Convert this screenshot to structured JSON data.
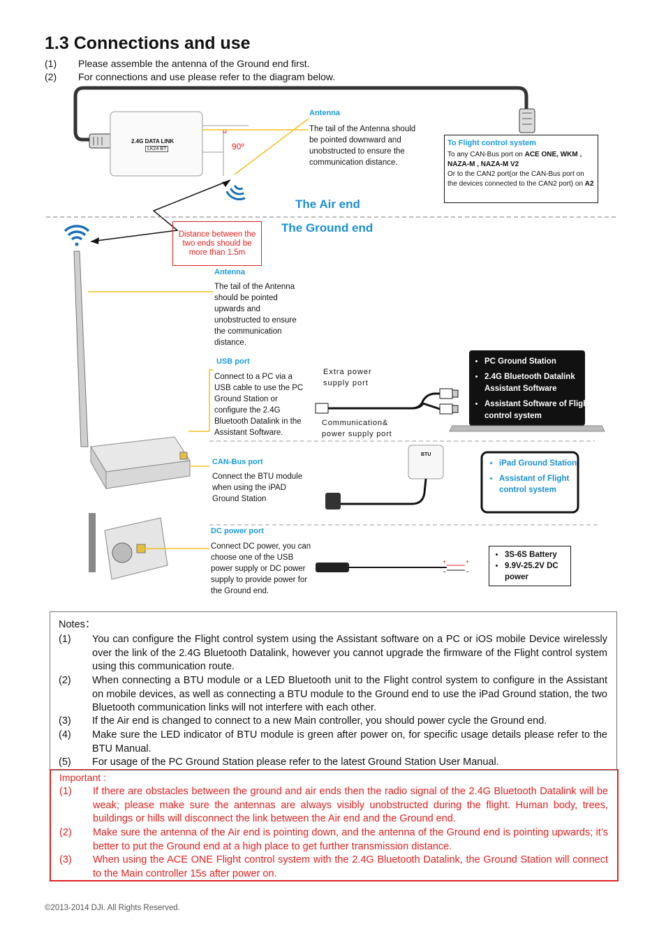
{
  "title": "1.3 Connections and use",
  "intro": [
    {
      "num": "(1)",
      "text": "Please assemble the antenna of the Ground end first."
    },
    {
      "num": "(2)",
      "text": "For connections and use please refer to the diagram below."
    }
  ],
  "air": {
    "device_label": "2.4G DATA LINK",
    "device_model": "LK24 BT",
    "angle": "90º",
    "antenna_heading": "Antenna",
    "antenna_text": "The tail of the Antenna should be pointed downward and unobstructed to ensure the communication distance.",
    "fc_heading": "To Flight control system",
    "fc_line1_a": "To any CAN-Bus port on ",
    "fc_line1_b": "ACE ONE, WKM ,",
    "fc_line2": "NAZA-M , NAZA-M V2",
    "fc_line3_a": "Or to the CAN2 port(or the CAN-Bus port on the devices connected to the CAN2 port) on ",
    "fc_line3_b": "A2",
    "end_label": "The Air end"
  },
  "ground": {
    "end_label": "The Ground end",
    "distance": "Distance between the two ends should be more than 1.5m",
    "antenna_heading": "Antenna",
    "antenna_text": "The tail of the Antenna should be pointed upwards and unobstructed to ensure the communication distance.",
    "usb_heading": "USB port",
    "usb_text": "Connect to a PC via a USB cable  to use the PC Ground Station or configure the 2.4G Bluetooth Datalink in the Assistant Software.",
    "extra_power": "Extra power supply port",
    "comm_power": "Communication& power supply port",
    "pc_items": [
      "PC Ground Station",
      "2.4G Bluetooth Datalink Assistant Software",
      "Assistant Software of Flight control system"
    ],
    "can_heading": "CAN-Bus port",
    "can_text": "Connect the BTU module when using the iPAD Ground Station",
    "btu_label": "BTU",
    "ipad_items": [
      "iPad Ground Station",
      "Assistant of Flight control system"
    ],
    "dc_heading": "DC power port",
    "dc_text": "Connect  DC power, you can choose one of the USB power supply or DC power supply to provide power for the Ground end.",
    "battery_items": [
      "3S-6S Battery",
      "9.9V-25.2V DC power"
    ]
  },
  "notes": {
    "heading": "Notes：",
    "items": [
      {
        "num": "(1)",
        "text": "You can configure the Flight control system using the Assistant software on a PC or iOS mobile Device wirelessly over the link of the 2.4G Bluetooth Datalink, however you cannot upgrade the firmware of the Flight control system using this communication route."
      },
      {
        "num": "(2)",
        "text": "When connecting a BTU module or a LED Bluetooth unit to the Flight control system to configure in the Assistant on mobile devices, as well as connecting a BTU module to the Ground end to use the iPad Ground station, the two Bluetooth communication links will not interfere with each other."
      },
      {
        "num": "(3)",
        "text": "If the Air end is changed to connect to a new Main controller, you should power cycle the Ground end."
      },
      {
        "num": "(4)",
        "text": "Make sure the LED indicator of BTU module is green after power on, for specific usage details please refer to the BTU Manual."
      },
      {
        "num": "(5)",
        "text": "For usage of the PC Ground Station please refer to the latest Ground Station User Manual."
      }
    ]
  },
  "important": {
    "heading": "Important :",
    "items": [
      {
        "num": "(1)",
        "text": "If there are obstacles between the ground and air ends then the radio signal of the 2.4G Bluetooth Datalink will be weak; please make sure the antennas are always visibly unobstructed during the flight. Human body, trees, buildings or hills will disconnect the link between the Air end and the Ground end."
      },
      {
        "num": "(2)",
        "text": "Make sure the antenna of the Air end is pointing down, and the antenna of the Ground end is pointing upwards; it’s better to put the Ground end at a high place to get further transmission distance."
      },
      {
        "num": "(3)",
        "text": "When using the ACE ONE Flight control system with the 2.4G Bluetooth Datalink, the Ground Station will connect to the Main controller 15s after power on."
      }
    ]
  },
  "footer": "©2013-2014 DJI. All Rights Reserved.",
  "colors": {
    "accent": "#1a9ad8",
    "warning": "#e02020",
    "wire_yellow": "#f0c020"
  }
}
